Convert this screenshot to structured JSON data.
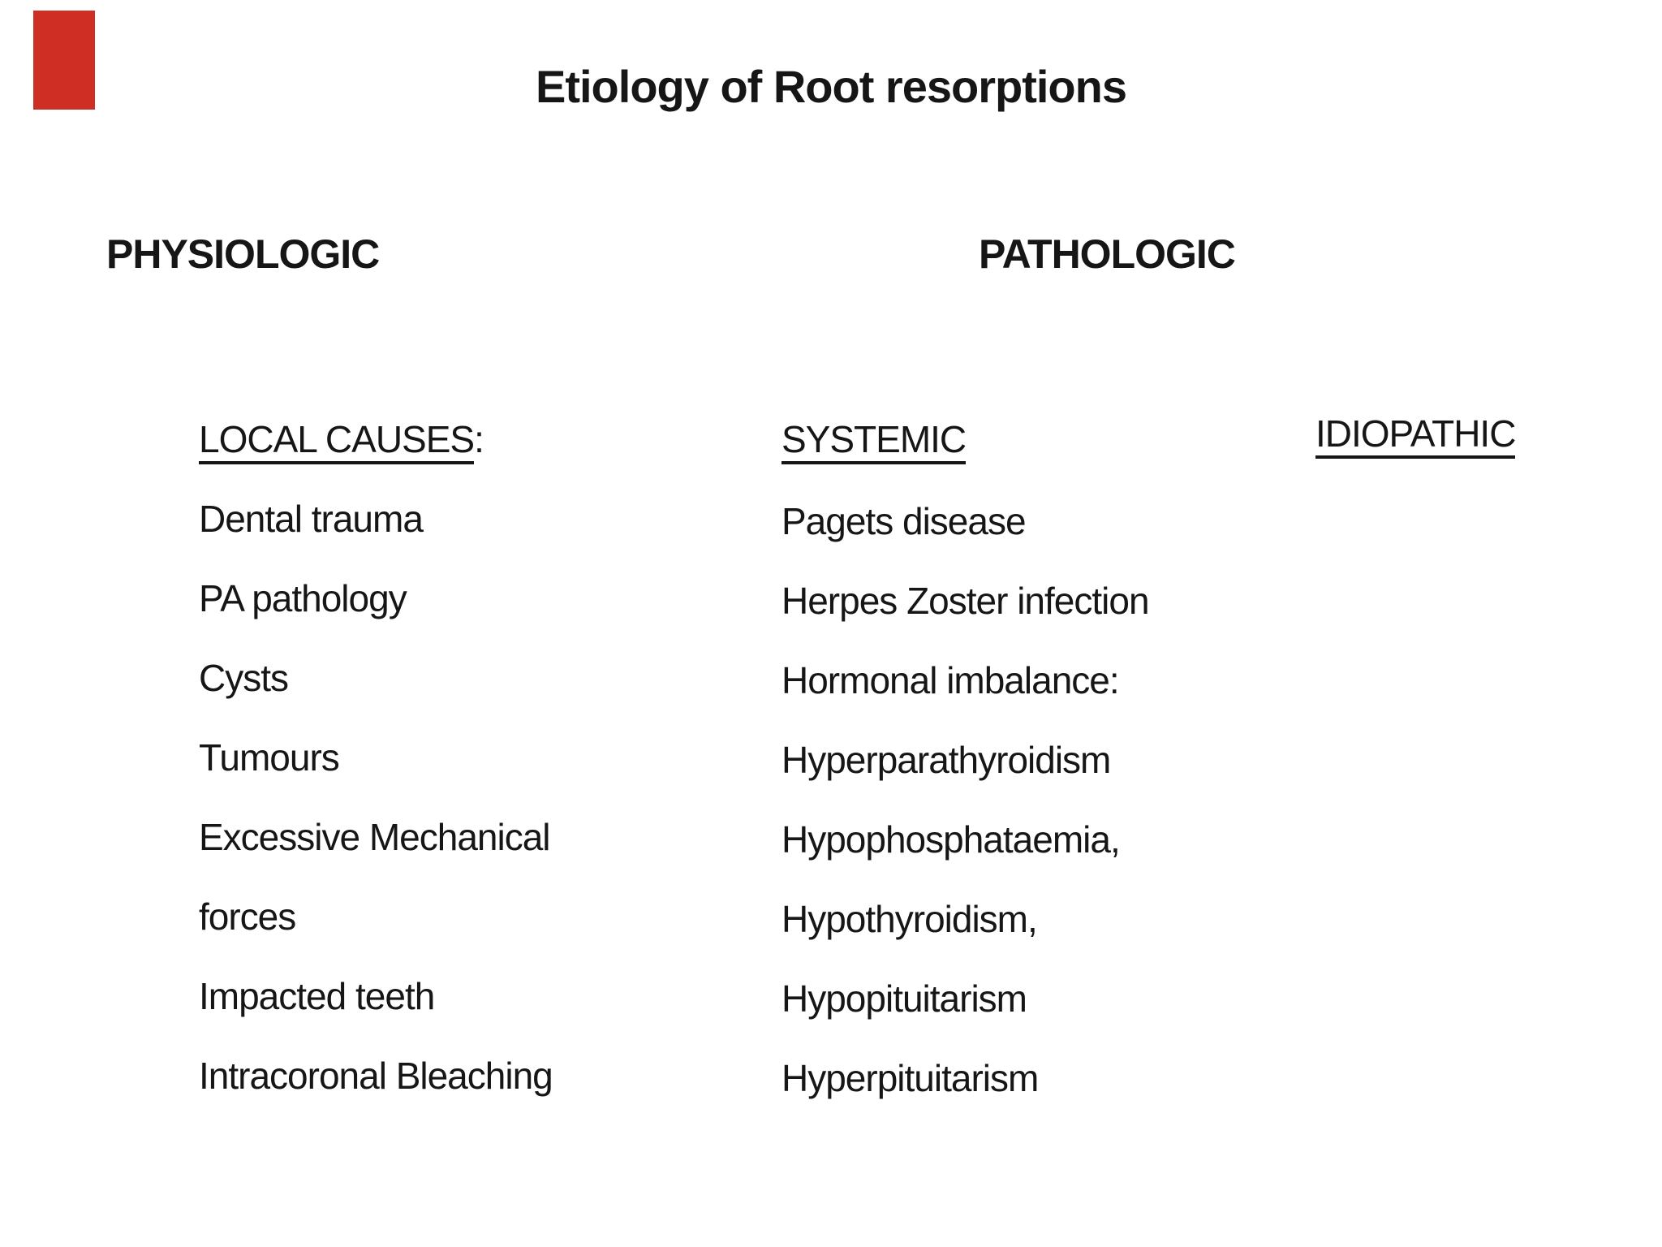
{
  "slide": {
    "title": "Etiology of Root resorptions",
    "ribbon": {
      "name": "save-ribbon",
      "color": "#cf2e24"
    },
    "section_headings": [
      {
        "label": "PHYSIOLOGIC"
      },
      {
        "label": "PATHOLOGIC"
      }
    ],
    "columns": [
      {
        "header": "LOCAL CAUSES",
        "suffix": ":",
        "items": [
          "Dental trauma",
          "PA pathology",
          "Cysts",
          "Tumours",
          "Excessive Mechanical",
          "forces",
          "Impacted teeth",
          "Intracoronal Bleaching"
        ]
      },
      {
        "header": "SYSTEMIC",
        "suffix": "",
        "items": [
          "Pagets disease",
          "Herpes Zoster infection",
          "Hormonal imbalance:",
          "Hyperparathyroidism",
          "Hypophosphataemia,",
          "Hypothyroidism,",
          "Hypopituitarism",
          "Hyperpituitarism"
        ]
      },
      {
        "header": "IDIOPATHIC",
        "suffix": "",
        "items": []
      }
    ],
    "colors": {
      "background": "#ffffff",
      "text": "#161616",
      "ribbon_red": "#cf2e24"
    }
  }
}
